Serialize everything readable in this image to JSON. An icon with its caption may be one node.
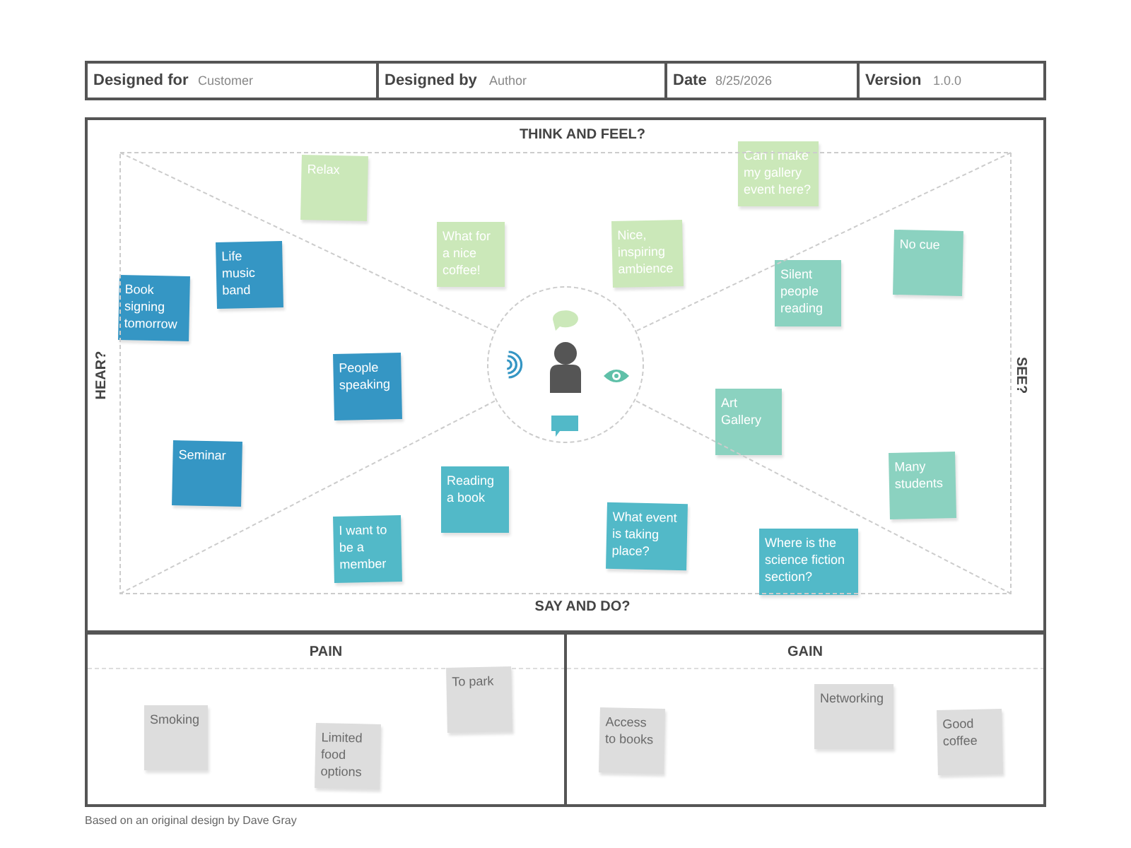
{
  "diagram": {
    "caption": "Based on an original design by Dave Gray",
    "nodes": [
      {
        "text": [
          "THINK AND FEEL?",
          "HEAR?",
          "SEE?",
          "SAY AND DO?"
        ]
      },
      {
        "text": [
          "Can I make my gallery event here?"
        ],
        "in": 0
      },
      {
        "text": [
          "Relax"
        ],
        "in": 0
      },
      {
        "text": [
          "Nice, inspiring ambience"
        ],
        "in": 0
      },
      {
        "text": [
          "What for a nice coffee!"
        ],
        "in": 0
      },
      {
        "text": [
          "No cue"
        ],
        "in": 0
      },
      {
        "text": [
          "Life music band"
        ],
        "in": 0
      },
      {
        "text": [
          "Silent people reading"
        ],
        "in": 0
      },
      {
        "text": [
          "Book signing tomorrow"
        ],
        "in": 0
      },
      {
        "text": [
          "People speaking"
        ],
        "in": 0
      },
      {
        "text": [
          "Art Gallery"
        ],
        "in": 0
      },
      {
        "text": [
          "Seminar"
        ],
        "in": 0
      },
      {
        "text": [
          "Many students"
        ],
        "in": 0
      },
      {
        "text": [
          "Reading a book"
        ],
        "in": 0
      },
      {
        "text": [
          "What event is taking place?"
        ],
        "in": 0
      },
      {
        "text": [
          "I want to be a member"
        ],
        "in": 0
      },
      {
        "text": [
          "Where is the science fiction section?"
        ],
        "in": 0
      },
      {
        "text": [
          "PAIN"
        ]
      },
      {
        "text": [
          "To park"
        ],
        "in": 17
      },
      {
        "text": [
          "Smoking"
        ],
        "in": 17
      },
      {
        "text": [
          "Limited food options"
        ],
        "in": 17
      },
      {
        "text": [
          "GAIN"
        ]
      },
      {
        "text": [
          "Networking"
        ],
        "in": 21
      },
      {
        "text": [
          "Access to books"
        ],
        "in": 21
      },
      {
        "text": [
          "Good coffee"
        ],
        "in": 21
      }
    ],
    "labels": [
      "Designed for",
      "Customer",
      "Designed by",
      "Author",
      "Date",
      "8/25/2026",
      "Version",
      "1.0.0"
    ]
  }
}
